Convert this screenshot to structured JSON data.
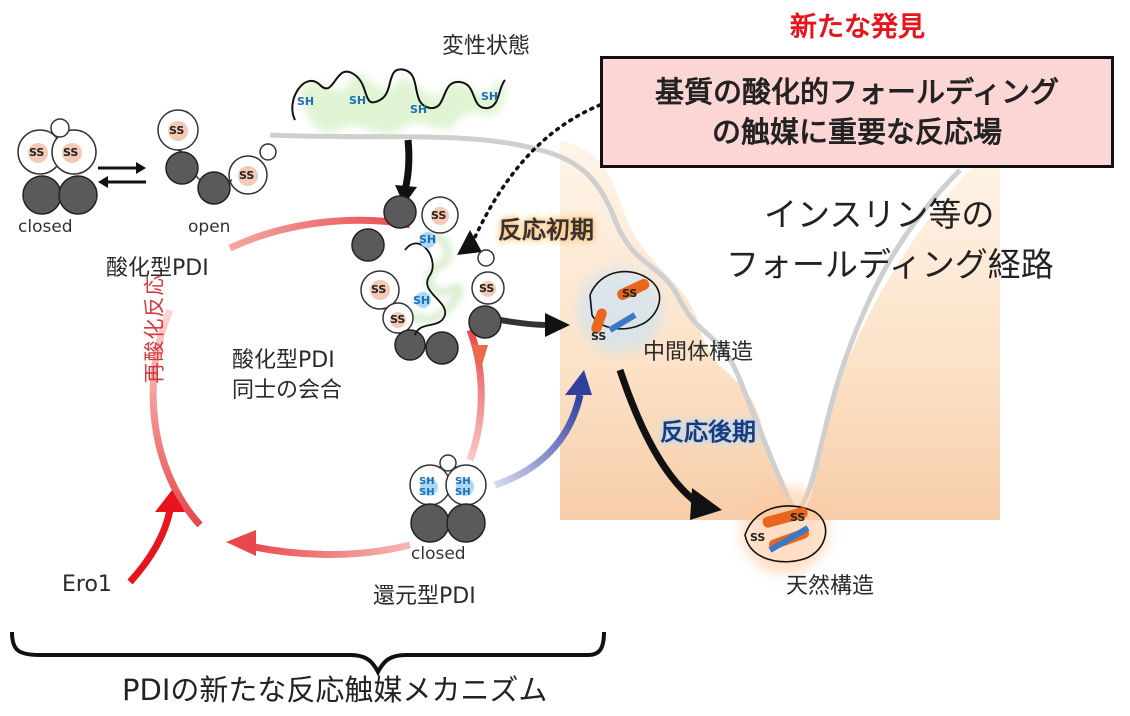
{
  "header": {
    "new_finding": "新たな発見",
    "highlight_line1": "基質の酸化的フォールディング",
    "highlight_line2": "の触媒に重要な反応場"
  },
  "states": {
    "denatured": "変性状態",
    "closed": "closed",
    "open": "open",
    "oxidized_pdi": "酸化型PDI",
    "assoc_line1": "酸化型PDI",
    "assoc_line2": "同士の会合",
    "reduced_closed": "closed",
    "reduced_pdi": "還元型PDI",
    "reoxidation": "再酸化反応",
    "ero1": "Ero1"
  },
  "pathway": {
    "title_line1": "インスリン等の",
    "title_line2": "フォールディング経路",
    "early_phase": "反応初期",
    "late_phase": "反応後期",
    "intermediate": "中間体構造",
    "native": "天然構造"
  },
  "footer": {
    "mechanism": "PDIの新たな反応触媒メカニズム"
  },
  "tags": {
    "ss": "SS",
    "sh": "SH"
  },
  "colors": {
    "red_accent": "#e8141b",
    "highlight_fill": "#fcd6d4",
    "cycle_red": "#e8474c",
    "cycle_blue": "#2f3f9e",
    "landscape_peach": "#fbe2c8",
    "domain_gray": "#5a5a5a",
    "ss_fill": "#f6c9b7",
    "sh_fill": "#a9d8f5"
  }
}
